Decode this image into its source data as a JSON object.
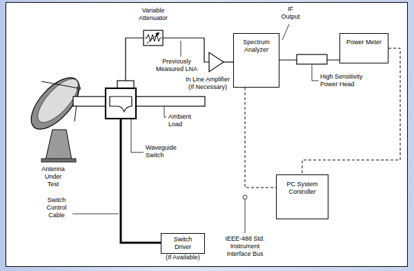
{
  "diagram": {
    "nodes": [
      {
        "text": [
          "Spectrum Analyzer"
        ]
      },
      {
        "text": [
          "Power Meter"
        ]
      },
      {
        "text": [
          "PC System Controller"
        ]
      },
      {
        "text": [
          "Switch Driver"
        ]
      }
    ],
    "edges": [
      {
        "from": 0,
        "to": 1,
        "arrow": "none"
      },
      {
        "from": 0,
        "to": 2,
        "arrow": "none"
      },
      {
        "from": 1,
        "to": 2,
        "arrow": "none"
      }
    ],
    "labels": [
      "Variable Attenuator",
      "IF Output",
      "Previously Measured LNA",
      "In Line Amplifier (If Necessary)",
      "High Sensitivity Power Head",
      "Antenna Under Test",
      "Ambient Load",
      "Waveguide Switch",
      "Switch Control Cable",
      "IEEE-488 Std. Instrument Interface Bus",
      "(If Available)"
    ]
  }
}
